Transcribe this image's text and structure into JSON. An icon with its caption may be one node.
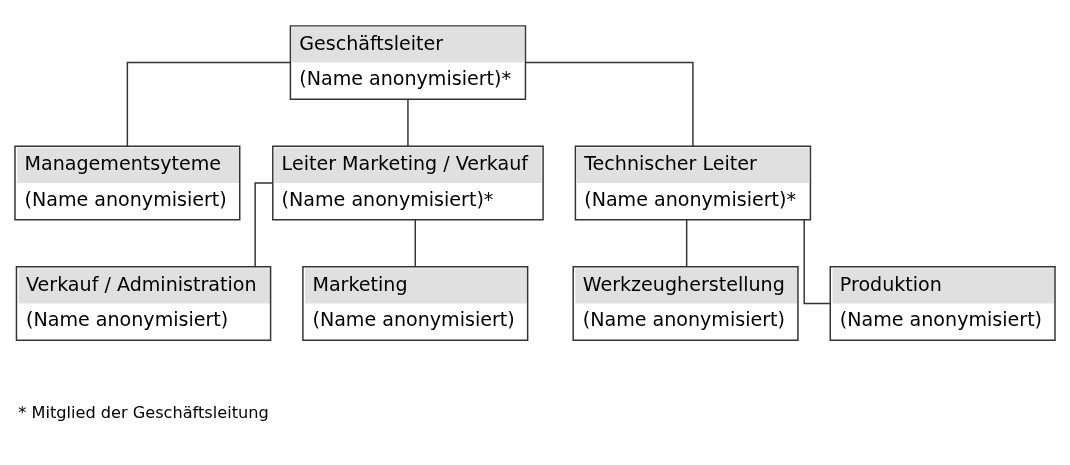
{
  "diagram": {
    "nodes": [
      {
        "text": [
          "Geschäftsleiter",
          "(Name anonymisiert)*"
        ]
      },
      {
        "text": [
          "Managementsyteme",
          "(Name anonymisiert)"
        ]
      },
      {
        "text": [
          "Leiter Marketing / Verkauf",
          "(Name anonymisiert)*"
        ]
      },
      {
        "text": [
          "Technischer Leiter",
          "(Name anonymisiert)*"
        ]
      },
      {
        "text": [
          "Verkauf / Administration",
          "(Name anonymisiert)"
        ]
      },
      {
        "text": [
          "Marketing",
          "(Name anonymisiert)"
        ]
      },
      {
        "text": [
          "Werkzeugherstellung",
          "(Name anonymisiert)"
        ]
      },
      {
        "text": [
          "Produktion",
          "(Name anonymisiert)"
        ]
      }
    ],
    "edges": [
      {
        "from": 0,
        "to": 1,
        "arrow": "none"
      },
      {
        "from": 0,
        "to": 2,
        "arrow": "none"
      },
      {
        "from": 0,
        "to": 3,
        "arrow": "none"
      },
      {
        "from": 2,
        "to": 4,
        "arrow": "none"
      },
      {
        "from": 2,
        "to": 5,
        "arrow": "none"
      },
      {
        "from": 3,
        "to": 6,
        "arrow": "none"
      },
      {
        "from": 3,
        "to": 7,
        "arrow": "none"
      }
    ],
    "labels": [
      "* Mitglied der Geschäftsleitung"
    ]
  }
}
